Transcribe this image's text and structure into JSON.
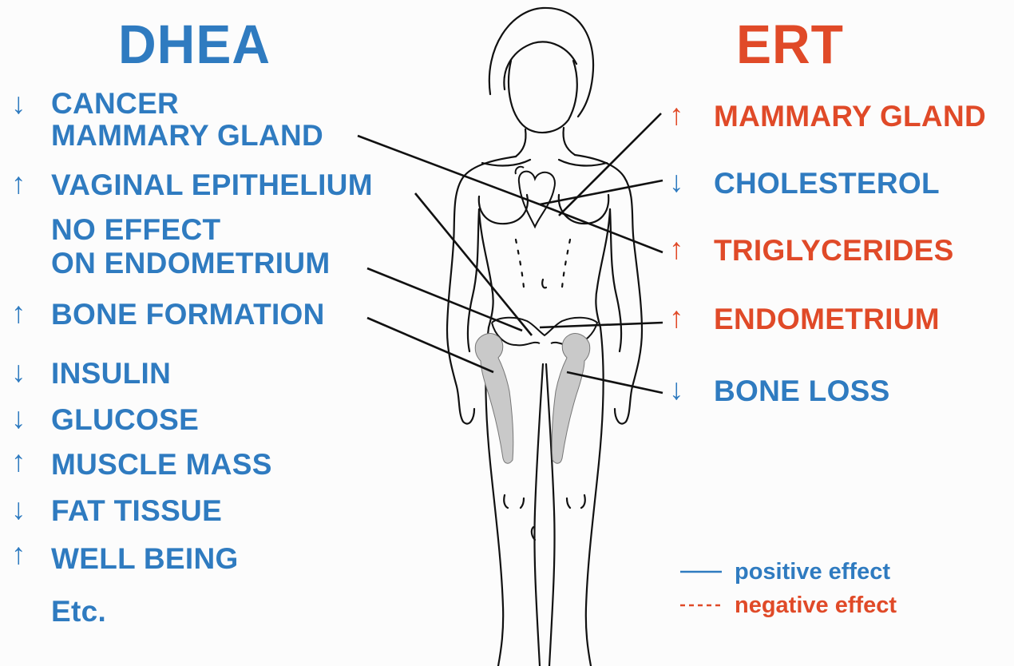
{
  "colors": {
    "blue": "#2f7bc0",
    "red": "#e04a28",
    "line": "#111111",
    "bone": "#c9c9c9"
  },
  "dhea": {
    "title": "DHEA",
    "items": [
      {
        "arrow": "↓",
        "lines": [
          "CANCER",
          "MAMMARY GLAND"
        ]
      },
      {
        "arrow": "↑",
        "lines": [
          "VAGINAL EPITHELIUM"
        ]
      },
      {
        "arrow": "",
        "lines": [
          "NO EFFECT",
          "ON ENDOMETRIUM"
        ]
      },
      {
        "arrow": "↑",
        "lines": [
          "BONE FORMATION"
        ]
      },
      {
        "arrow": "↓",
        "lines": [
          "INSULIN"
        ]
      },
      {
        "arrow": "↓",
        "lines": [
          "GLUCOSE"
        ]
      },
      {
        "arrow": "↑",
        "lines": [
          "MUSCLE MASS"
        ]
      },
      {
        "arrow": "↓",
        "lines": [
          "FAT TISSUE"
        ]
      },
      {
        "arrow": "↑",
        "lines": [
          "WELL BEING"
        ]
      },
      {
        "arrow": "",
        "lines": [
          "Etc."
        ]
      }
    ]
  },
  "ert": {
    "title": "ERT",
    "items": [
      {
        "arrow": "↑",
        "style": "dashed",
        "label": "MAMMARY GLAND"
      },
      {
        "arrow": "↓",
        "style": "solid",
        "label": "CHOLESTEROL"
      },
      {
        "arrow": "↑",
        "style": "dashed",
        "label": "TRIGLYCERIDES"
      },
      {
        "arrow": "↑",
        "style": "dashed",
        "label": "ENDOMETRIUM"
      },
      {
        "arrow": "↓",
        "style": "solid",
        "label": "BONE LOSS"
      }
    ]
  },
  "legend": {
    "positive": "positive effect",
    "negative": "negative effect"
  }
}
